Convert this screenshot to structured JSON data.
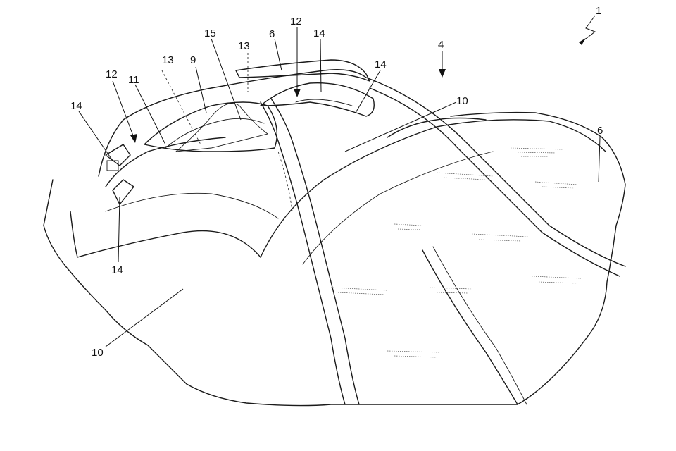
{
  "labels": {
    "l1": "1",
    "l4": "4",
    "l6a": "6",
    "l6b": "6",
    "l9": "9",
    "l10a": "10",
    "l10b": "10",
    "l11": "11",
    "l12a": "12",
    "l12b": "12",
    "l13a": "13",
    "l13b": "13",
    "l14a": "14",
    "l14b": "14",
    "l14c": "14",
    "l14d": "14",
    "l15": "15"
  }
}
